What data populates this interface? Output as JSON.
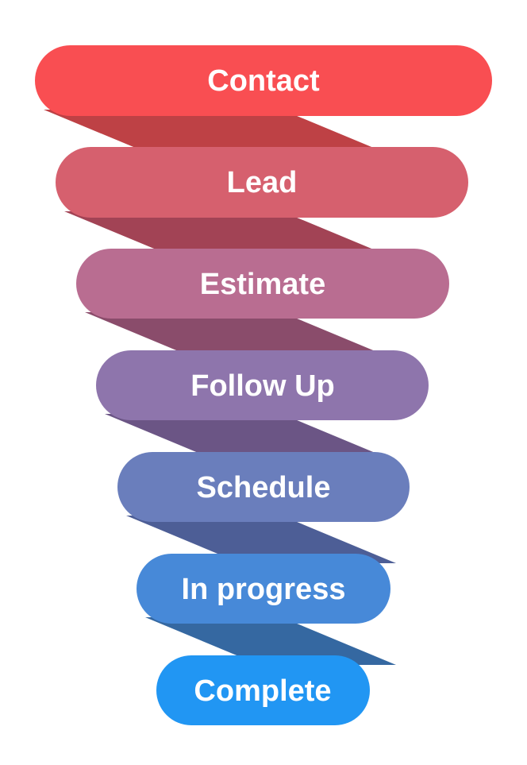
{
  "diagram": {
    "type": "funnel",
    "orientation": "top-to-bottom",
    "background": "#FFFFFF",
    "text_color": "#FFFFFF",
    "stages": [
      {
        "label": "Contact",
        "pill_color": "#F94E52",
        "connector_color": "#BE4145"
      },
      {
        "label": "Lead",
        "pill_color": "#D6606E",
        "connector_color": "#A24355"
      },
      {
        "label": "Estimate",
        "pill_color": "#B96D91",
        "connector_color": "#8A4C6B"
      },
      {
        "label": "Follow Up",
        "pill_color": "#8E75AC",
        "connector_color": "#6B5585"
      },
      {
        "label": "Schedule",
        "pill_color": "#6A7EBC",
        "connector_color": "#4D5E96"
      },
      {
        "label": "In progress",
        "pill_color": "#4789D8",
        "connector_color": "#3568A1"
      },
      {
        "label": "Complete",
        "pill_color": "#2196F3",
        "connector_color": null
      }
    ]
  }
}
